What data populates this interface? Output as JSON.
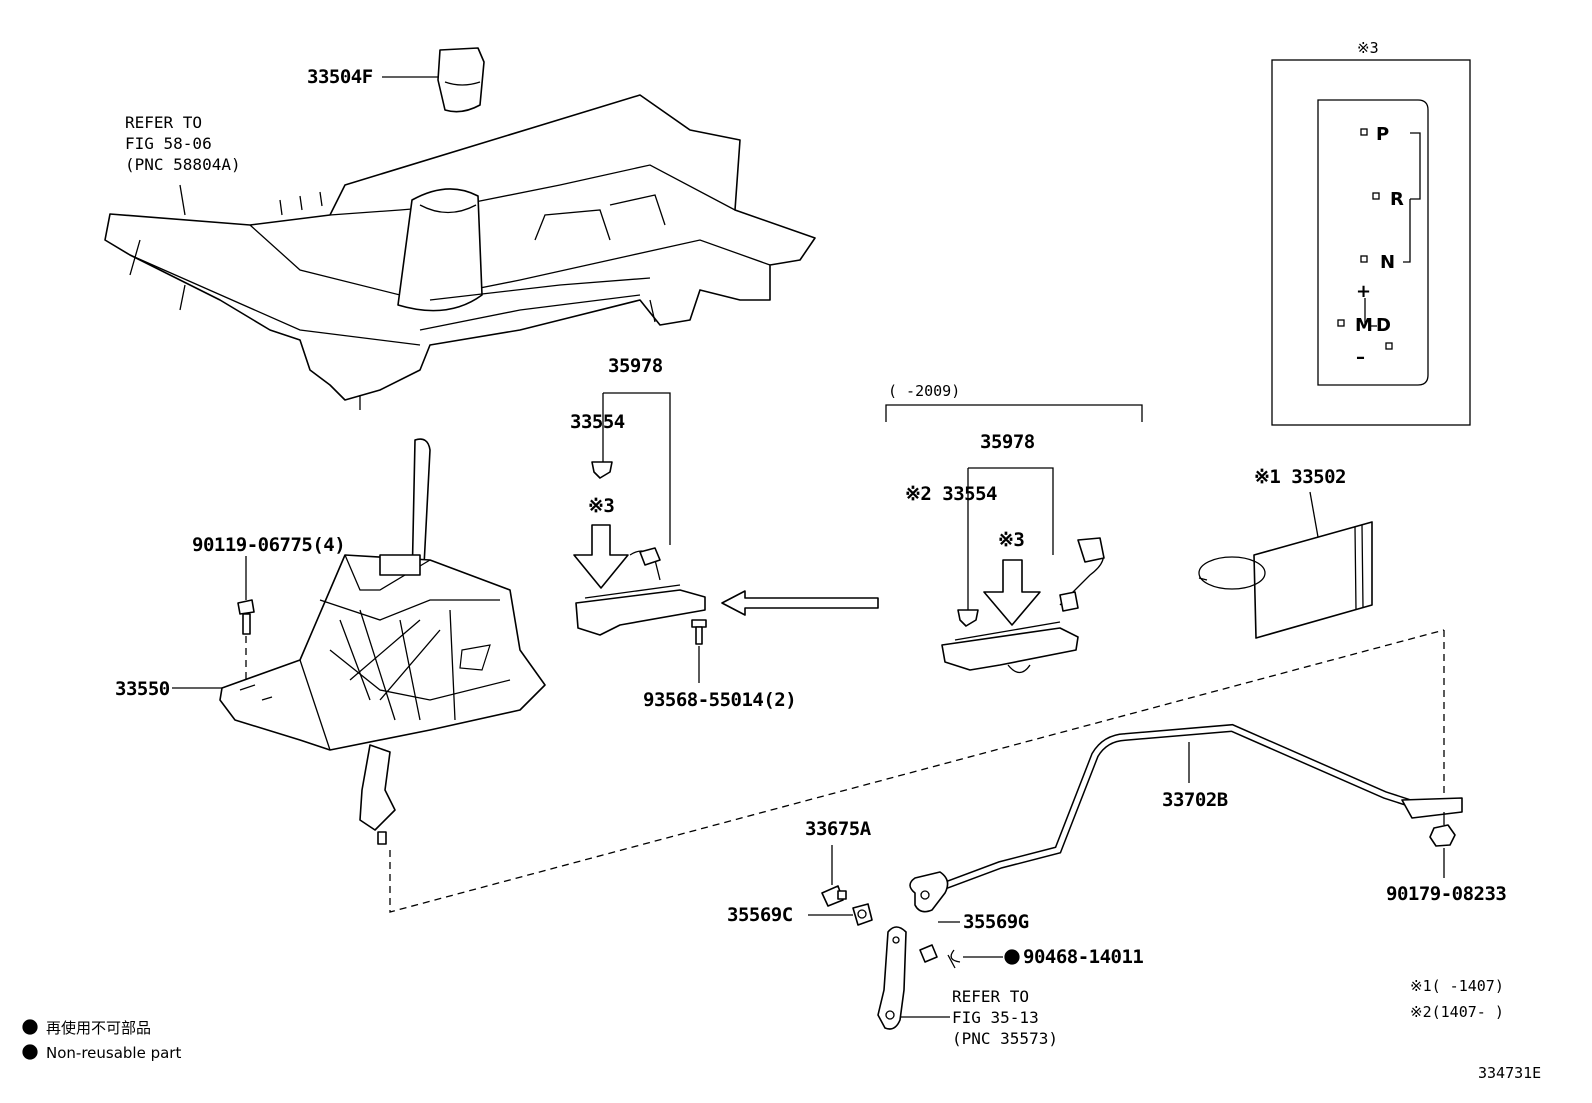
{
  "labels": {
    "knob": "33504F",
    "console_ref": [
      "REFER TO",
      "FIG 58-06",
      "(PNC 58804A)"
    ],
    "assy_left": "35978",
    "clip_left": "33554",
    "mark3_left": "※3",
    "bolt_top": "90119-06775(4)",
    "shift_assy": "33550",
    "screw": "93568-55014(2)",
    "year_range": "(    -2009)",
    "assy_right": "35978",
    "mark2_clip_right": "※2 33554",
    "mark3_right": "※3",
    "mark1_plate": "※1 33502",
    "plate_mark3": "※3",
    "cable": "33702B",
    "pin": "33675A",
    "bushing_c": "35569C",
    "bushing_g": "35569G",
    "clip_nonreuse": "90468-14011",
    "lever_ref": [
      "REFER TO",
      "FIG 35-13",
      "(PNC 35573)"
    ],
    "nut": "90179-08233",
    "note1": "※1(    -1407)",
    "note2": "※2(1407-    )",
    "legend_jp": "再使用不可部品",
    "legend_en": "Non-reusable part",
    "fig_id": "334731E"
  },
  "gates": {
    "p": "P",
    "r": "R",
    "n": "N",
    "plus": "+",
    "m": "M",
    "d": "D",
    "minus": "–"
  }
}
